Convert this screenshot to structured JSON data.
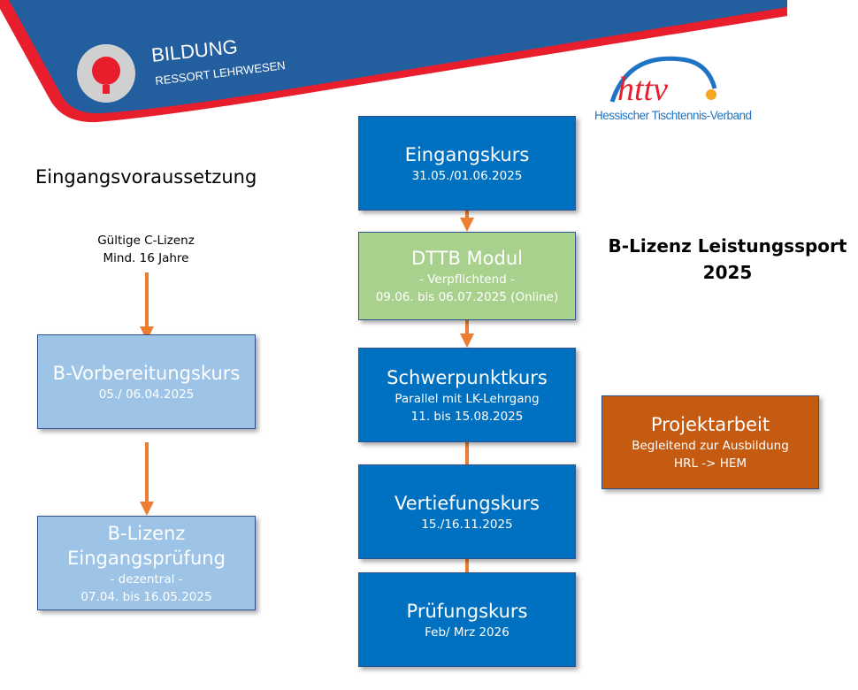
{
  "header": {
    "title": "BILDUNG",
    "subtitle": "RESSORT LEHRWESEN",
    "logo_text": "httv",
    "logo_caption": "Hessischer Tischtennis-Verband"
  },
  "left": {
    "heading": "Eingangsvoraussetzung",
    "req_line1": "Gültige C-Lizenz",
    "req_line2": "Mind. 16 Jahre"
  },
  "title": {
    "line1": "B-Lizenz Leistungssport",
    "line2": "2025"
  },
  "boxes": {
    "eingangskurs": {
      "title": "Eingangskurs",
      "date": "31.05./01.06.2025"
    },
    "dttb": {
      "title": "DTTB Modul",
      "sub": "- Verpflichtend -",
      "date": "09.06. bis 06.07.2025 (Online)"
    },
    "schwerpunkt": {
      "title": "Schwerpunktkurs",
      "sub": "Parallel mit LK-Lehrgang",
      "date": "11. bis 15.08.2025"
    },
    "vertiefung": {
      "title": "Vertiefungskurs",
      "date": "15./16.11.2025"
    },
    "pruefung": {
      "title": "Prüfungskurs",
      "date": "Feb/ Mrz 2026"
    },
    "vorbereitung": {
      "title": "B-Vorbereitungskurs",
      "date": "05./ 06.04.2025"
    },
    "eingangspruefung": {
      "title1": "B-Lizenz",
      "title2": "Eingangsprüfung",
      "sub": "- dezentral -",
      "date": "07.04. bis 16.05.2025"
    },
    "projekt": {
      "title": "Projektarbeit",
      "sub": "Begleitend zur Ausbildung",
      "date": "HRL -> HEM"
    }
  },
  "colors": {
    "blue": "#0070c0",
    "green": "#a9d18e",
    "light": "#9dc3e6",
    "orange": "#c55a11",
    "arrow": "#ed7d31"
  }
}
